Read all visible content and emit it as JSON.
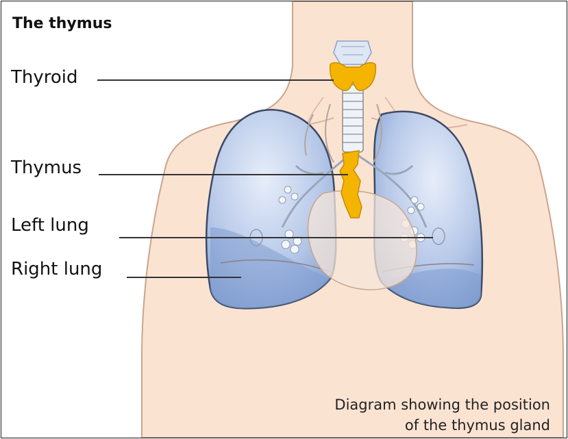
{
  "title": "The thymus",
  "labels": {
    "thyroid": "Thyroid",
    "thymus": "Thymus",
    "left_lung": "Left lung",
    "right_lung": "Right lung"
  },
  "caption": {
    "line1": "Diagram showing the position",
    "line2": "of the thymus gland"
  },
  "colors": {
    "skin": "#fbe3d2",
    "skin_outline": "#c9a48f",
    "lung": "#9fb6dd",
    "lung_dark": "#6f8fc8",
    "gland": "#f5b400",
    "leader_line": "#333333"
  }
}
